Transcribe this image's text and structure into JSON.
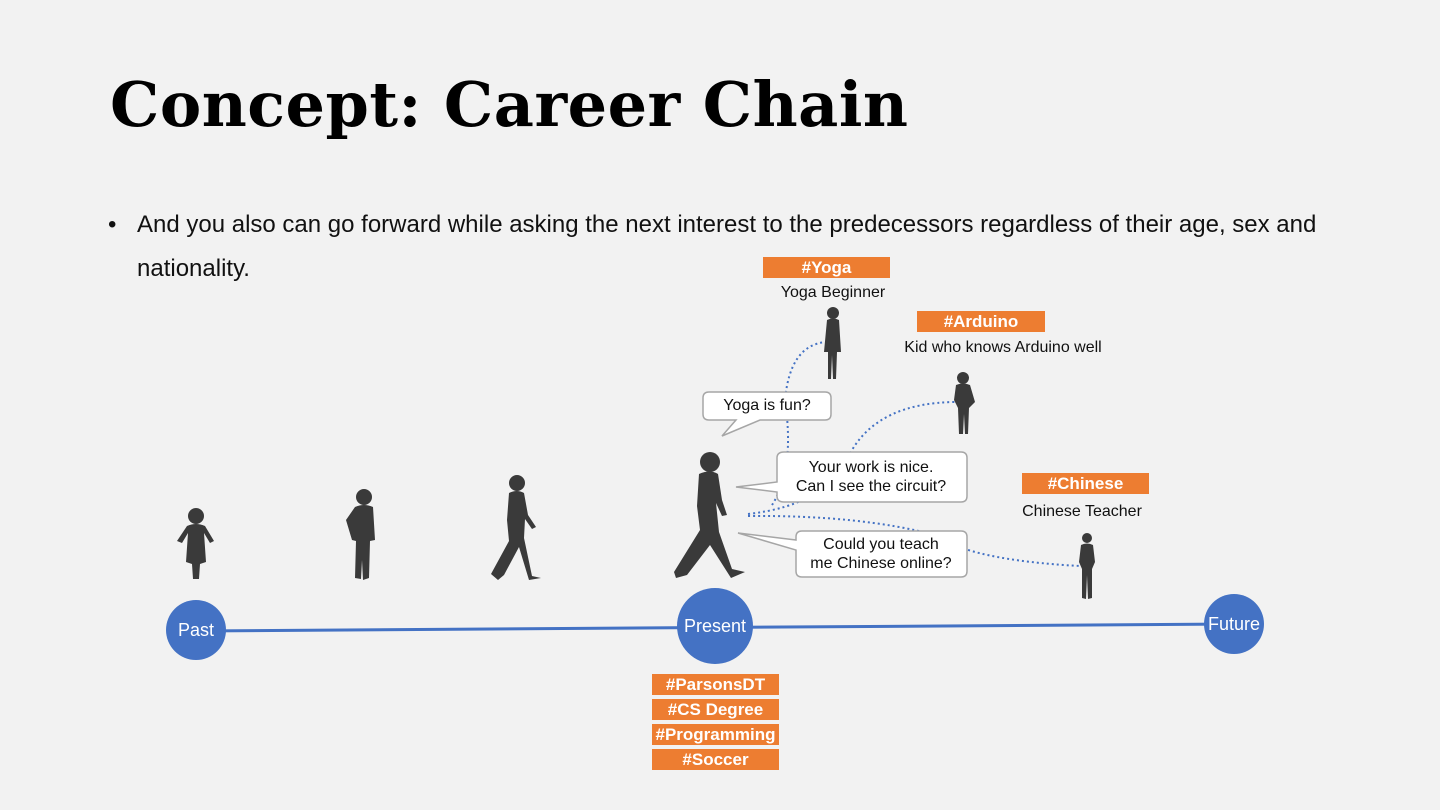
{
  "slide": {
    "title": "Concept: Career Chain",
    "bullet": "And you also can go forward while asking the next interest to the predecessors regardless of their age, sex and nationality.",
    "bullet_symbol": "•"
  },
  "timeline": {
    "color": "#4472c4",
    "nodes": [
      "Past",
      "Present",
      "Future"
    ]
  },
  "present_tags": [
    "#ParsonsDT",
    "#CS Degree",
    "#Programming",
    "#Soccer"
  ],
  "predecessors": [
    {
      "tag": "#Yoga",
      "caption": "Yoga Beginner",
      "question_lines": [
        "Yoga is fun?"
      ]
    },
    {
      "tag": "#Arduino",
      "caption": "Kid who knows Arduino well",
      "question_lines": [
        "Your work is nice.",
        "Can I see the circuit?"
      ]
    },
    {
      "tag": "#Chinese",
      "caption": "Chinese Teacher",
      "question_lines": [
        "Could you teach",
        "me Chinese online?"
      ]
    }
  ],
  "colors": {
    "tag": "#ed7d31",
    "timeline": "#4472c4",
    "silhouette": "#3a3a3a",
    "link": "#4472c4"
  }
}
